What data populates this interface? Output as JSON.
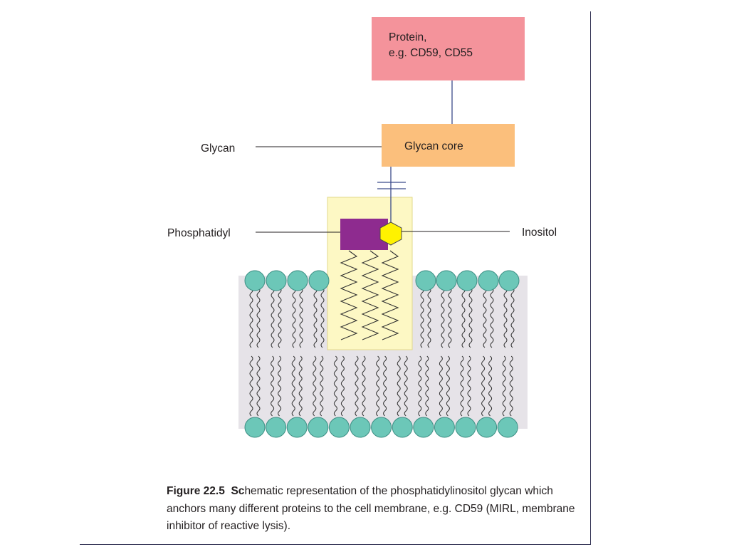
{
  "figure": {
    "labels": {
      "protein_line1": "Protein,",
      "protein_line2": "e.g. CD59, CD55",
      "glycan_core": "Glycan core",
      "glycan": "Glycan",
      "phosphatidyl": "Phosphatidyl",
      "inositol": "Inositol"
    },
    "colors": {
      "protein_box": "#f4939b",
      "glycan_core_box": "#fbbf7c",
      "anchor_highlight": "#fdf8c4",
      "phosphatidyl": "#8e2b8f",
      "inositol": "#fff200",
      "lipid_head": "#6cc7b8",
      "membrane": "#e6e3e8",
      "connector": "#3b4a8a"
    }
  },
  "caption": {
    "number": "Figure 22.5",
    "lead": "Sc",
    "text": "hematic representation of the phosphatidylinositol glycan which anchors many different proteins to the cell membrane, e.g. CD59 (MIRL, membrane inhibitor of reactive lysis)."
  }
}
